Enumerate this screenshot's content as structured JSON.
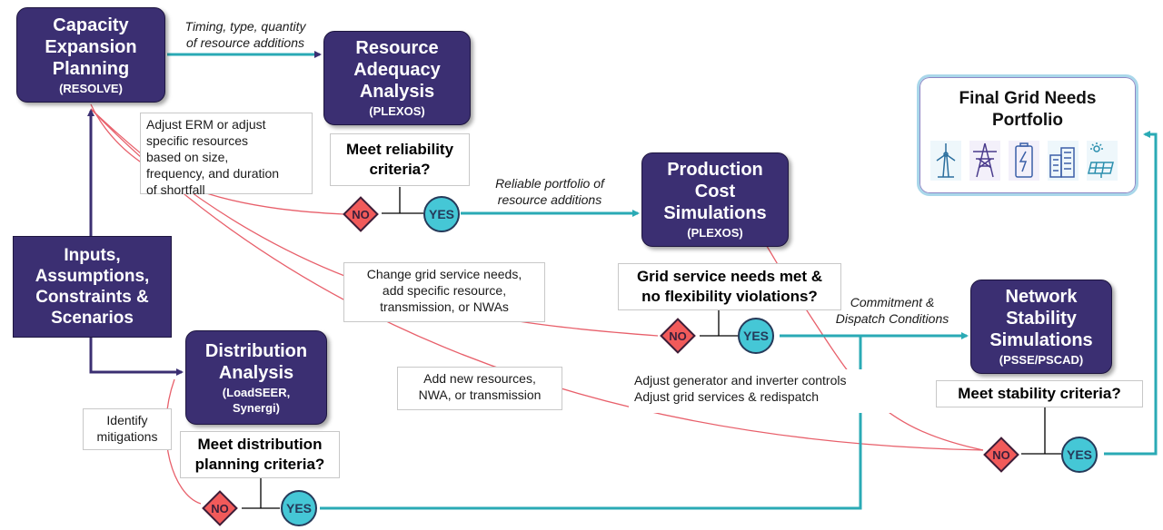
{
  "colors": {
    "box": "#3b2f72",
    "arrow": "#2aaab5",
    "feedback": "#e8606b",
    "no": "#f15a5a",
    "yes": "#45c7d6"
  },
  "boxes": {
    "capacity": {
      "title": "Capacity\nExpansion\nPlanning",
      "sub": "(RESOLVE)"
    },
    "adequacy": {
      "title": "Resource\nAdequacy\nAnalysis",
      "sub": "(PLEXOS)"
    },
    "production": {
      "title": "Production\nCost\nSimulations",
      "sub": "(PLEXOS)"
    },
    "network": {
      "title": "Network\nStability\nSimulations",
      "sub": "(PSSE/PSCAD)"
    },
    "distribution": {
      "title": "Distribution\nAnalysis",
      "sub": "(LoadSEER,\nSynergi)"
    }
  },
  "inputs_box": "Inputs,\nAssumptions,\nConstraints &\nScenarios",
  "questions": {
    "reliability": "Meet reliability\ncriteria?",
    "grid_service": "Grid service needs met &\nno flexibility violations?",
    "stability": "Meet stability criteria?",
    "distribution": "Meet distribution\nplanning criteria?"
  },
  "notes": {
    "adjust_erm": "Adjust ERM or adjust\nspecific resources\nbased on size,\nfrequency, and duration\nof shortfall",
    "change_grid": "Change grid service needs,\nadd specific resource,\ntransmission, or NWAs",
    "add_new": "Add new resources,\nNWA, or transmission",
    "adjust_gen": "Adjust generator and inverter controls\nAdjust grid services & redispatch",
    "identify": "Identify\nmitigations"
  },
  "arrow_labels": {
    "timing": "Timing, type, quantity\nof resource additions",
    "reliable": "Reliable portfolio of\nresource additions",
    "commitment": "Commitment &\nDispatch Conditions"
  },
  "decisions": {
    "no": "NO",
    "yes": "YES"
  },
  "final": {
    "title": "Final Grid Needs\nPortfolio",
    "icons": [
      "wind-turbine-icon",
      "transmission-tower-icon",
      "battery-icon",
      "buildings-icon",
      "solar-panel-icon"
    ]
  }
}
